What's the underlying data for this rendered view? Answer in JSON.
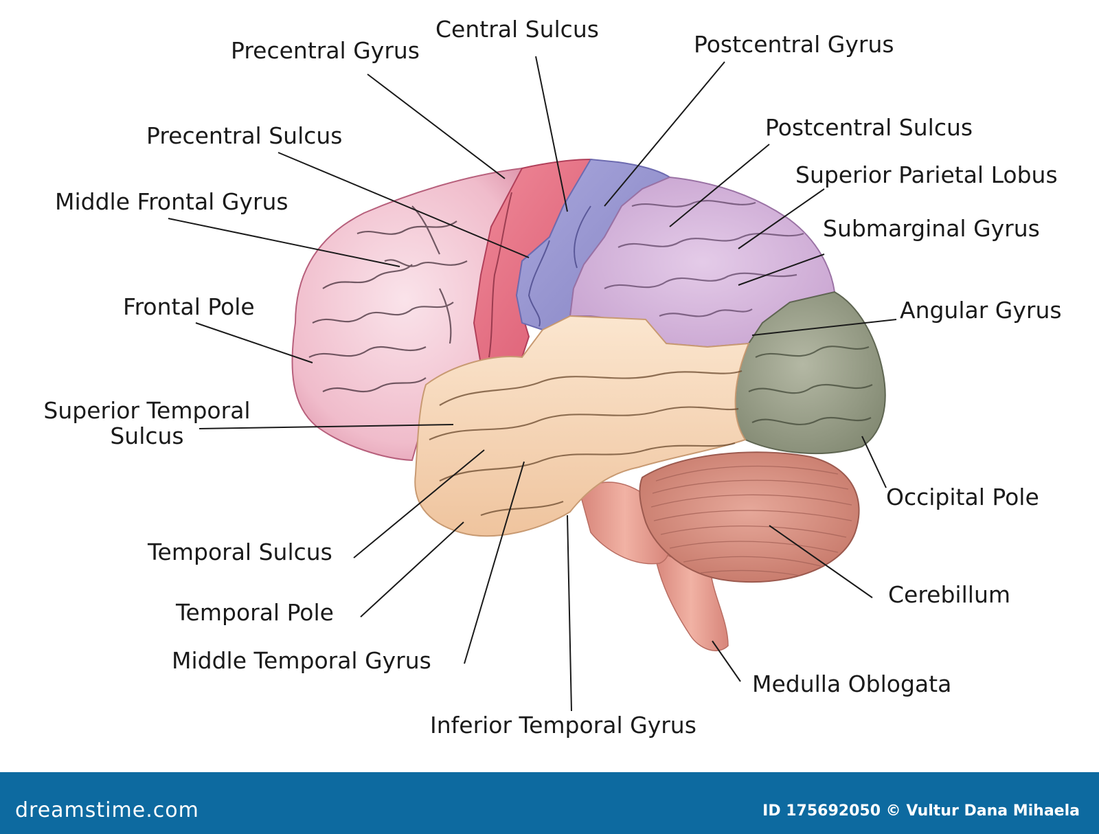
{
  "labels": {
    "central_sulcus": "Central Sulcus",
    "precentral_gyrus": "Precentral Gyrus",
    "postcentral_gyrus": "Postcentral Gyrus",
    "precentral_sulcus": "Precentral Sulcus",
    "postcentral_sulcus": "Postcentral Sulcus",
    "superior_parietal_lobus": "Superior Parietal Lobus",
    "middle_frontal_gyrus": "Middle Frontal Gyrus",
    "submarginal_gyrus": "Submarginal Gyrus",
    "frontal_pole": "Frontal Pole",
    "angular_gyrus": "Angular Gyrus",
    "superior_temporal_sulcus_1": "Superior Temporal",
    "superior_temporal_sulcus_2": "Sulcus",
    "occipital_pole": "Occipital Pole",
    "temporal_sulcus": "Temporal Sulcus",
    "cerebillum": "Cerebillum",
    "temporal_pole": "Temporal Pole",
    "middle_temporal_gyrus": "Middle Temporal Gyrus",
    "medulla_oblogata": "Medulla Oblogata",
    "inferior_temporal_gyrus": "Inferior Temporal Gyrus"
  },
  "footer": {
    "brand": "dreamstime.com",
    "credit": "ID 175692050 © Vultur Dana Mihaela"
  },
  "colors": {
    "frontal_lobe": "#f2c4d0",
    "precentral_gyrus": "#e36a7f",
    "postcentral_gyrus": "#9a98d2",
    "parietal_lobe": "#d6b6dc",
    "occipital_lobe": "#9aa08a",
    "temporal_lobe": "#f6d8b8",
    "cerebellum": "#d58c7e",
    "brainstem": "#e29a8a",
    "footer": "#0d6aa0"
  }
}
